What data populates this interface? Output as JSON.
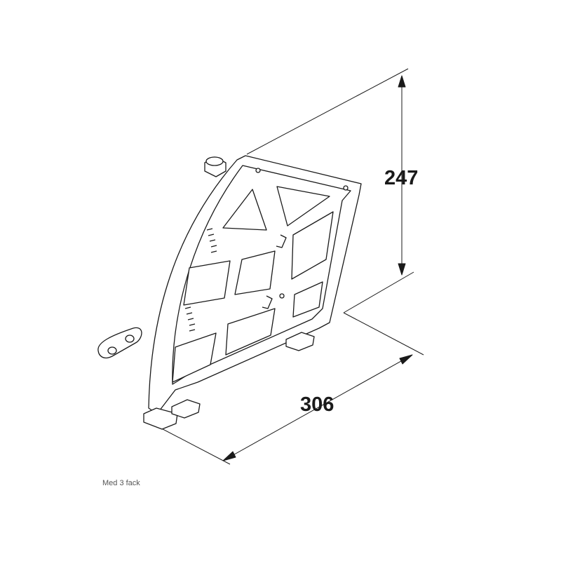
{
  "dimensions": {
    "height": "247",
    "width": "306"
  },
  "caption": "Med 3 fack",
  "colors": {
    "line": "#1a1a1a",
    "background": "#ffffff"
  }
}
